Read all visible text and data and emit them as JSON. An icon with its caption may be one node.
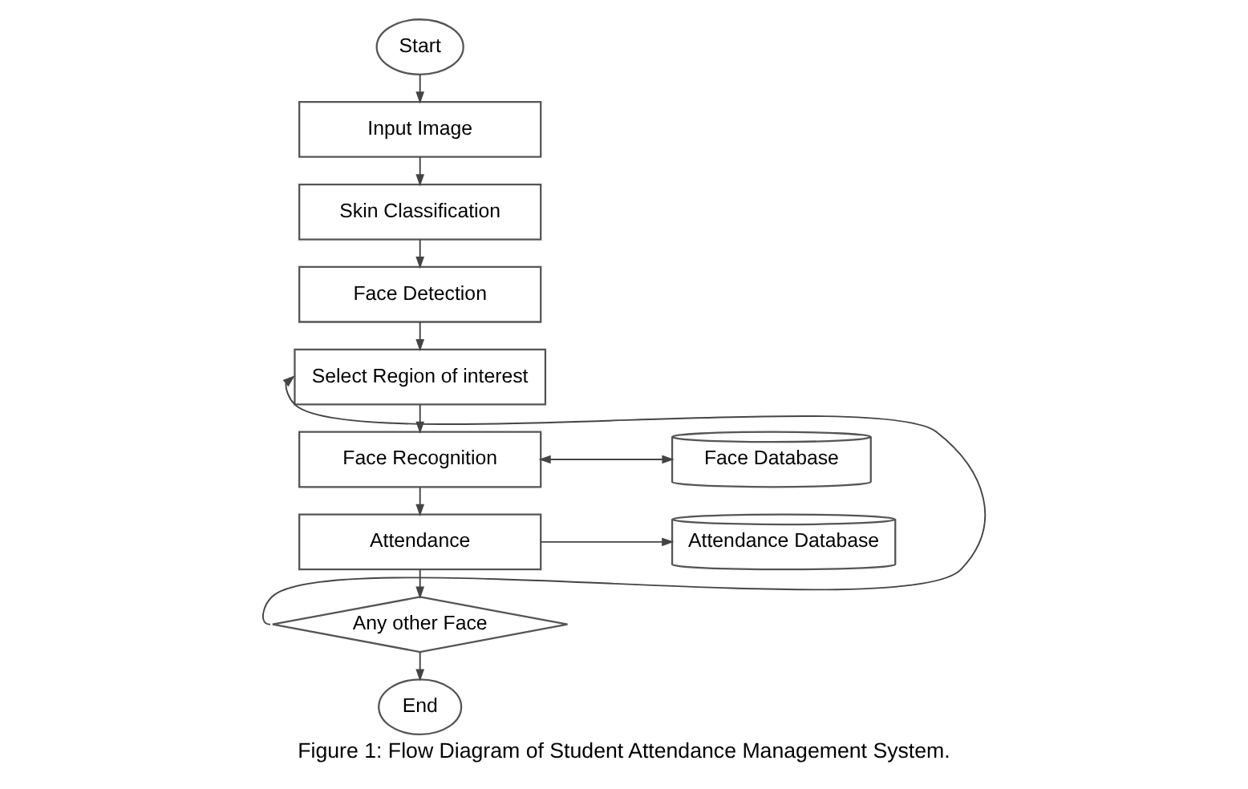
{
  "diagram": {
    "caption": "Figure 1: Flow Diagram of Student Attendance Management System.",
    "nodes": [
      {
        "text": [
          "Start"
        ]
      },
      {
        "text": [
          "Input Image"
        ]
      },
      {
        "text": [
          "Skin Classification"
        ]
      },
      {
        "text": [
          "Face Detection"
        ]
      },
      {
        "text": [
          "Select Region of interest"
        ]
      },
      {
        "text": [
          "Face Recognition"
        ]
      },
      {
        "text": [
          "Face Database"
        ]
      },
      {
        "text": [
          "Attendance"
        ]
      },
      {
        "text": [
          "Attendance Database"
        ]
      },
      {
        "text": [
          "Any other Face"
        ]
      },
      {
        "text": [
          "End"
        ]
      }
    ],
    "edges": [
      {
        "from": 0,
        "to": 1,
        "arrow": "to"
      },
      {
        "from": 1,
        "to": 2,
        "arrow": "to"
      },
      {
        "from": 2,
        "to": 3,
        "arrow": "to"
      },
      {
        "from": 3,
        "to": 4,
        "arrow": "to"
      },
      {
        "from": 4,
        "to": 5,
        "arrow": "to"
      },
      {
        "from": 5,
        "to": 6,
        "arrow": "both"
      },
      {
        "from": 5,
        "to": 7,
        "arrow": "to"
      },
      {
        "from": 7,
        "to": 8,
        "arrow": "to"
      },
      {
        "from": 7,
        "to": 9,
        "arrow": "to"
      },
      {
        "from": 9,
        "to": 4,
        "arrow": "to"
      },
      {
        "from": 9,
        "to": 10,
        "arrow": "to"
      }
    ]
  }
}
